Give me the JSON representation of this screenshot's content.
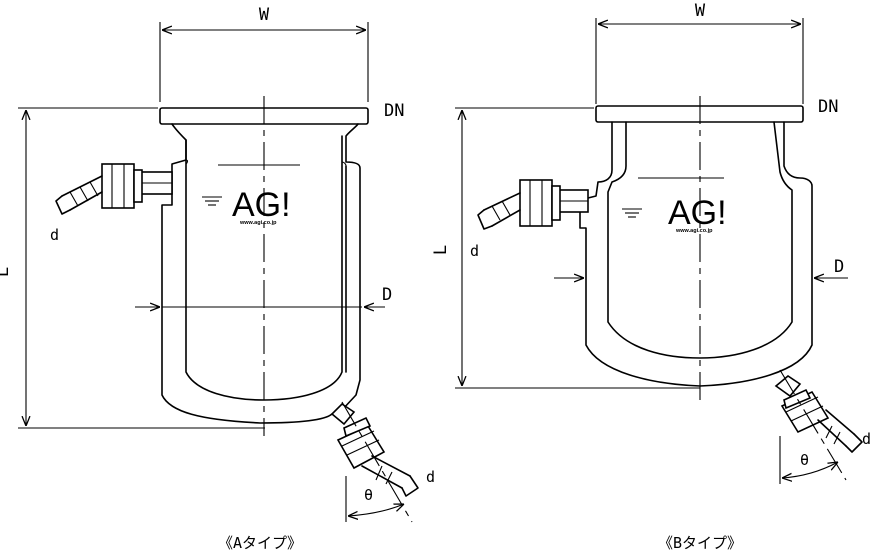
{
  "labels": {
    "width": "W",
    "flange": "DN",
    "length": "L",
    "diameter": "D",
    "nozzle": "d",
    "angle": "θ"
  },
  "logo": {
    "text": "AG!",
    "url": "www.agi.co.jp"
  },
  "captions": {
    "type_a": "《Aタイプ》",
    "type_b": "《Bタイプ》"
  }
}
